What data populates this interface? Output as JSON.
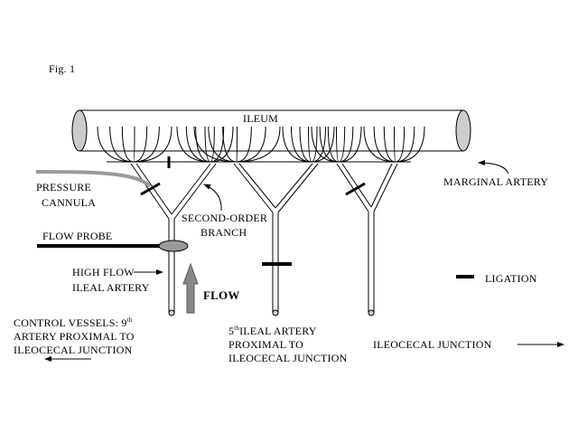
{
  "figure": {
    "caption": "Fig. 1",
    "colors": {
      "line": "#000000",
      "fill_gray": "#cccccc",
      "cannula_gray": "#999999",
      "probe_gray": "#999999",
      "flow_arrow_gray": "#888888"
    }
  },
  "labels": {
    "ileum": "ILEUM",
    "marginal_artery": "MARGINAL ARTERY",
    "pressure_cannula_1": "PRESSURE",
    "pressure_cannula_2": "CANNULA",
    "second_order_1": "SECOND-ORDER",
    "second_order_2": "BRANCH",
    "flow_probe": "FLOW PROBE",
    "high_flow_1": "HIGH FLOW",
    "high_flow_2": "ILEAL ARTERY",
    "flow": "FLOW",
    "ligation": "LIGATION",
    "control_1_pre": "CONTROL VESSELS: 9",
    "control_1_sup": "th",
    "control_2": "ARTERY PROXIMAL TO",
    "control_3": "ILEOCECAL JUNCTION",
    "fifth_1_sup": "th",
    "fifth_1_pre": "5",
    "fifth_1_post": "ILEAL ARTERY",
    "fifth_2": "PROXIMAL TO",
    "fifth_3": "ILEOCECAL JUNCTION",
    "ileocecal": "ILEOCECAL JUNCTION"
  },
  "icons": {
    "legend_ligation": "ligation-bar-icon",
    "direction_left": "arrow-left-icon",
    "direction_right": "arrow-right-icon",
    "flow_direction": "arrow-up-icon"
  }
}
